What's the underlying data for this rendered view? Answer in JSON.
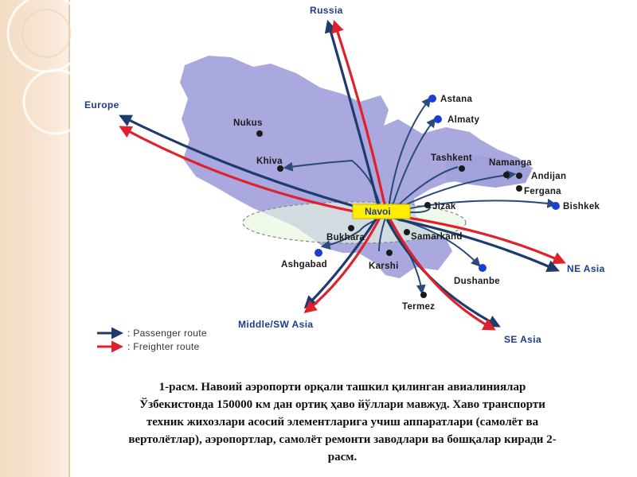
{
  "hub": {
    "name": "Navoi"
  },
  "destinations": {
    "russia": "Russia",
    "europe": "Europe",
    "ne_asia": "NE Asia",
    "se_asia": "SE Asia",
    "middle_sw_asia": "Middle/SW Asia"
  },
  "cities": {
    "nukus": "Nukus",
    "khiva": "Khiva",
    "bukhara": "Bukhara",
    "ashgabad": "Ashgabad",
    "karshi": "Karshi",
    "termez": "Termez",
    "samarkand": "Samarkand",
    "jizak": "Jizak",
    "tashkent": "Tashkent",
    "namanga": "Namanga",
    "andijan": "Andijan",
    "fergana": "Fergana",
    "bishkek": "Bishkek",
    "astana": "Astana",
    "almaty": "Almaty",
    "dushanbe": "Dushanbe"
  },
  "legend": {
    "passenger": ": Passenger route",
    "freighter": ": Freighter route"
  },
  "colors": {
    "passenger_route": "#1f3b6e",
    "freighter_route": "#e0202a",
    "territory": "#a9a9e0",
    "hub_box": "#ffee00",
    "city_dot_blue": "#1a3fd6",
    "city_dot_dark": "#1a1a1a"
  },
  "caption": {
    "line1": "1-расм. Навоий аэропорти орқали ташкил қилинган авиалиниялар",
    "line2": "Ўзбекистонда 150000 км дан ортиқ ҳаво йўллари мавжуд. Хаво транспорти",
    "line3": "техник жихозлари асосий элементларига учиш аппаратлари (самолёт ва",
    "line4": "вертолётлар), аэропортлар, самолёт ремонти заводлари ва бошқалар киради  2-",
    "line5": "расм."
  }
}
